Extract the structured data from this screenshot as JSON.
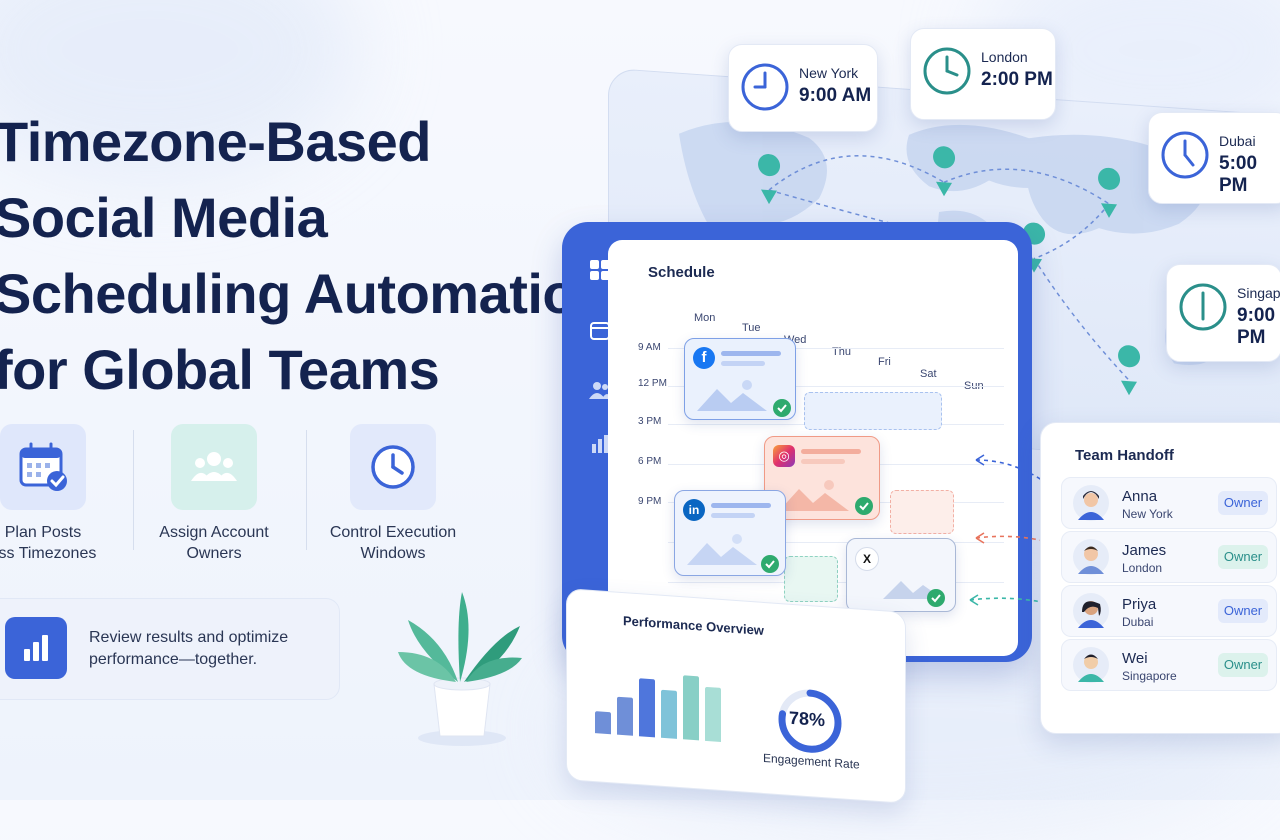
{
  "headline": {
    "lines": [
      "Timezone-Based",
      "Social Media",
      "Scheduling Automation",
      "for Global Teams"
    ]
  },
  "features": [
    {
      "icon": "calendar-check-icon",
      "line1": "Plan Posts",
      "line2": "oss Timezones"
    },
    {
      "icon": "team-group-icon",
      "line1": "Assign Account",
      "line2": "Owners"
    },
    {
      "icon": "clock-icon",
      "line1": "Control Execution",
      "line2": "Windows"
    }
  ],
  "review": {
    "icon": "bar-chart-icon",
    "text": "Review results and optimize performance—together."
  },
  "timezones": [
    {
      "city": "New York",
      "time": "9:00 AM"
    },
    {
      "city": "London",
      "time": "2:00 PM"
    },
    {
      "city": "Dubai",
      "time": "5:00 PM"
    },
    {
      "city": "Singapore",
      "time": "9:00 PM"
    }
  ],
  "schedule": {
    "title": "Schedule",
    "days": [
      "Mon",
      "Tue",
      "Wed",
      "Thu",
      "Fri",
      "Sat",
      "Sun"
    ],
    "hours": [
      "9 AM",
      "12 PM",
      "3 PM",
      "6 PM",
      "9 PM"
    ],
    "posts": [
      {
        "network": "facebook",
        "icon": "facebook-icon",
        "glyph": "f",
        "color": "#1877f2"
      },
      {
        "network": "instagram",
        "icon": "instagram-icon",
        "glyph": "◎",
        "color": "#e1306c"
      },
      {
        "network": "linkedin",
        "icon": "linkedin-icon",
        "glyph": "in",
        "color": "#0a66c2"
      },
      {
        "network": "x",
        "icon": "x-logo-icon",
        "glyph": "X",
        "color": "#111111"
      }
    ]
  },
  "handoff": {
    "title": "Team Handoff",
    "members": [
      {
        "name": "Anna",
        "location": "New York",
        "role": "Owner"
      },
      {
        "name": "James",
        "location": "London",
        "role": "Owner"
      },
      {
        "name": "Priya",
        "location": "Dubai",
        "role": "Owner"
      },
      {
        "name": "Wei",
        "location": "Singapore",
        "role": "Owner"
      }
    ]
  },
  "performance": {
    "title": "Performance Overview",
    "engagement_value": "78%",
    "engagement_fraction": 0.78,
    "engagement_label": "Engagement Rate"
  },
  "colors": {
    "primary": "#3b64d8",
    "navy": "#14234f",
    "teal": "#3bb7a8",
    "success": "#2eaa6e"
  }
}
